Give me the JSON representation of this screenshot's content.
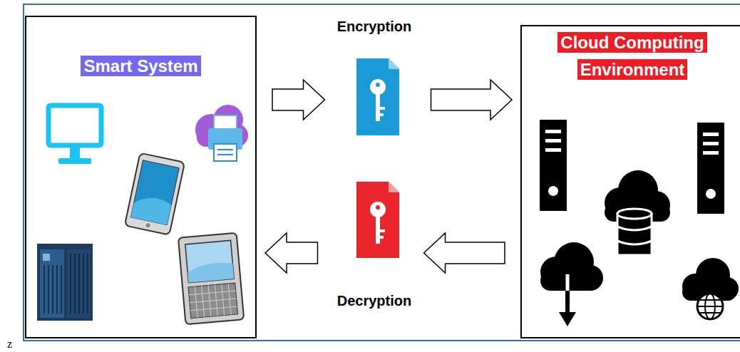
{
  "diagram": {
    "nodes": [
      {
        "text": [
          "Smart System"
        ]
      },
      {
        "text": [
          "Encryption"
        ]
      },
      {
        "text": [
          "Cloud Computing Environment"
        ]
      },
      {
        "text": [
          "Decryption"
        ]
      }
    ],
    "edges": [
      {
        "from": 0,
        "to": 1,
        "arrow": "to"
      },
      {
        "from": 1,
        "to": 2,
        "arrow": "to"
      },
      {
        "from": 2,
        "to": 3,
        "arrow": "to"
      },
      {
        "from": 3,
        "to": 0,
        "arrow": "to"
      }
    ],
    "labels": [
      "z"
    ]
  }
}
